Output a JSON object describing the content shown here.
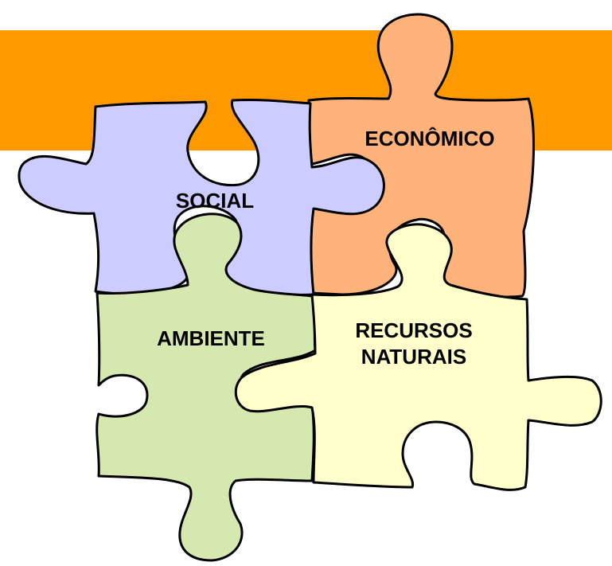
{
  "colors": {
    "banner": "#ff9900",
    "social": "#ccccff",
    "economico": "#ffb27a",
    "ambiente": "#d5e8b0",
    "recursos": "#ffffcc",
    "outline": "#000000"
  },
  "pieces": {
    "social": {
      "label": "SOCIAL"
    },
    "economico": {
      "label": "ECONÔMICO"
    },
    "ambiente": {
      "label": "AMBIENTE"
    },
    "recursos": {
      "label": "RECURSOS",
      "label2": "NATURAIS"
    }
  }
}
